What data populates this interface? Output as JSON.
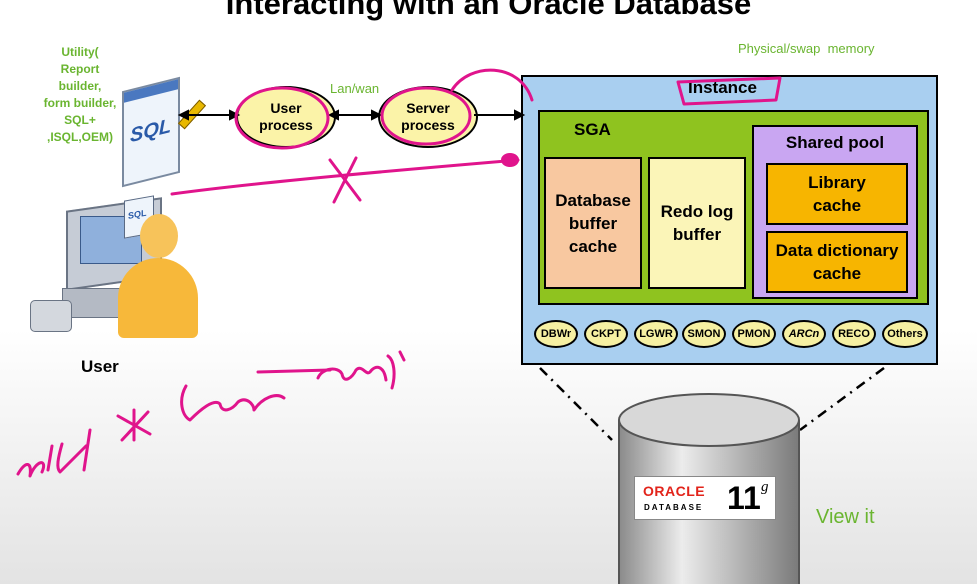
{
  "title": "Interacting with an Oracle Database",
  "utility": [
    "Utility(",
    "Report",
    "builder,",
    "form builder,",
    "SQL+",
    ",ISQL,OEM)"
  ],
  "sql_label": "SQL",
  "small_sql_label": "SQL",
  "user_label": "User",
  "lanwan": "Lan/wan",
  "user_process": [
    "User",
    "process"
  ],
  "server_process": [
    "Server",
    "process"
  ],
  "physical_memory": "Physical/swap  memory",
  "instance": "Instance",
  "sga": "SGA",
  "database_buffer_cache": [
    "Database",
    "buffer",
    "cache"
  ],
  "redo_log_buffer": [
    "Redo log",
    "buffer"
  ],
  "shared_pool": "Shared pool",
  "library_cache": [
    "Library",
    "cache"
  ],
  "data_dictionary_cache": [
    "Data dictionary",
    "cache"
  ],
  "background_processes": [
    "DBWr",
    "CKPT",
    "LGWR",
    "SMON",
    "PMON",
    "ARCn",
    "RECO",
    "Others"
  ],
  "oracle_brand": "ORACLE",
  "database_word": "DATABASE",
  "version": "11",
  "version_sup": "g",
  "view_it": "View it",
  "colors": {
    "instance": "#a9cff0",
    "sga": "#8fc31f",
    "buffer_cache": "#f8c8a0",
    "redo": "#fbf5b8",
    "shared_pool": "#c9a6f2",
    "cache_box": "#f7b500",
    "annotation_pen": "#e0148c",
    "green_text": "#6ab530"
  }
}
